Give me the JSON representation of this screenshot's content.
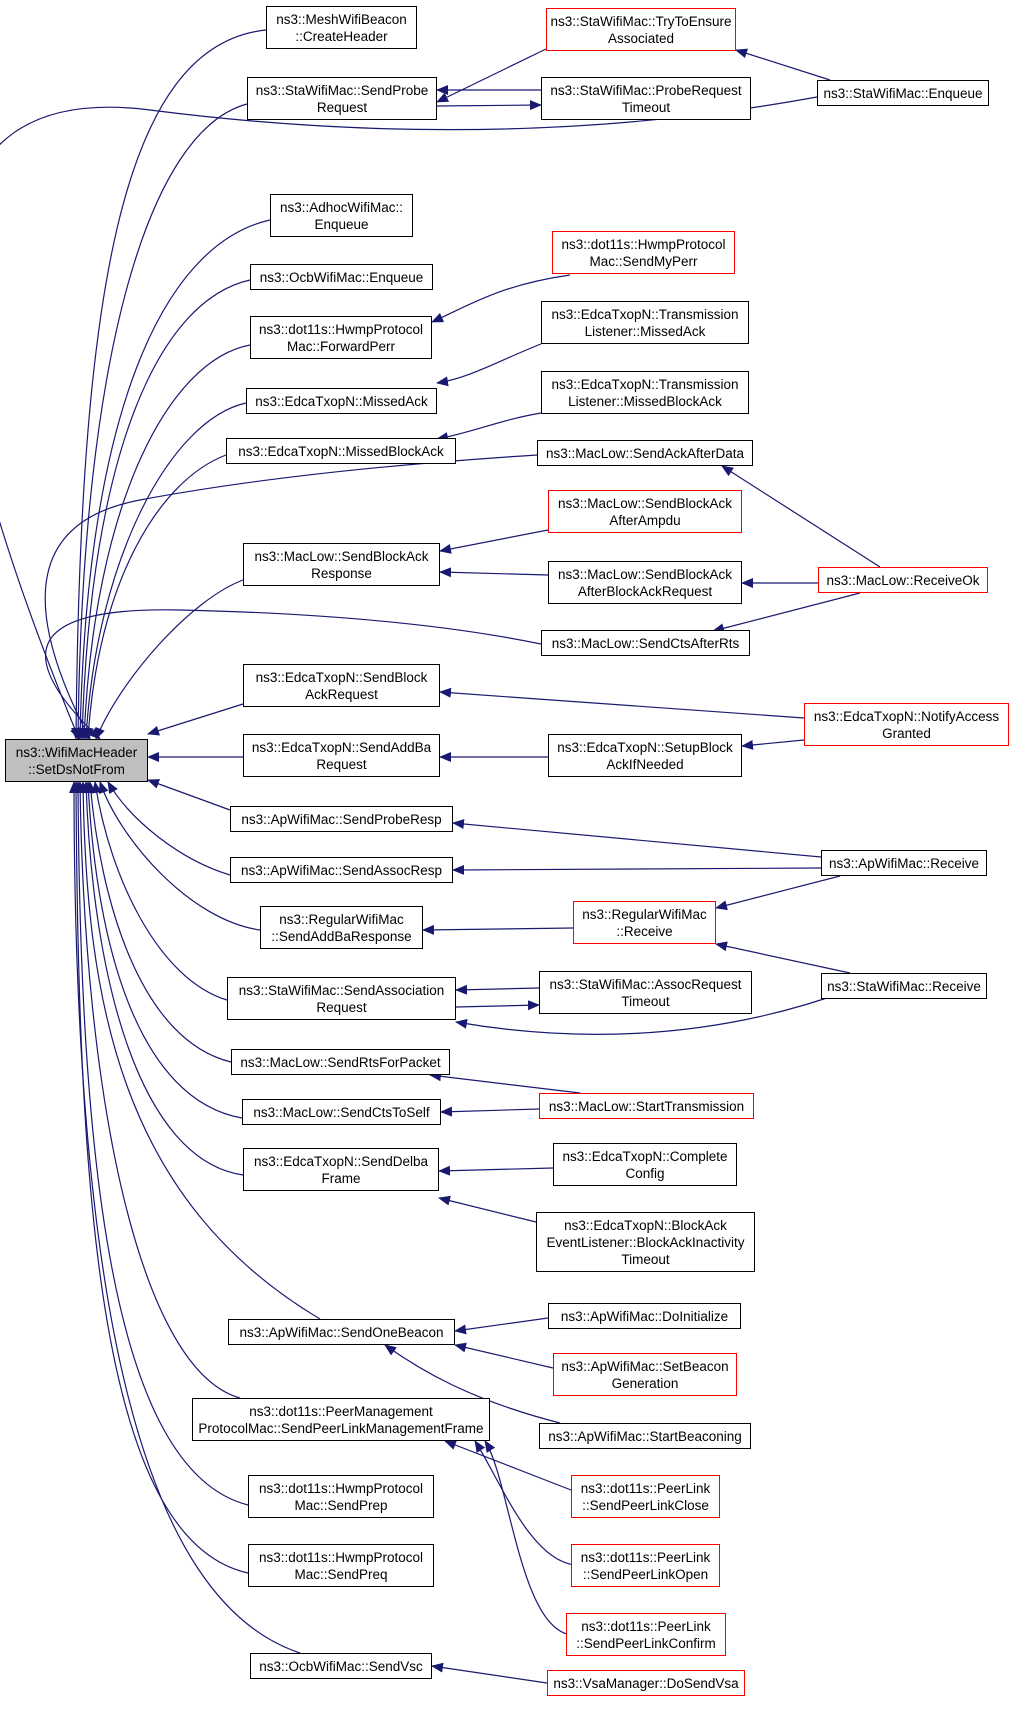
{
  "colors": {
    "edge": "#191970",
    "border": "#000000",
    "border_red": "#ff0000",
    "root_fill": "#bfbfbf",
    "background": "#ffffff"
  },
  "nodes": [
    {
      "id": "root",
      "label": "ns3::WifiMacHeader\n::SetDsNotFrom",
      "style": "root"
    },
    {
      "id": "c_meshbeacon",
      "label": "ns3::MeshWifiBeacon\n::CreateHeader",
      "style": "normal"
    },
    {
      "id": "c_sta_probe",
      "label": "ns3::StaWifiMac::SendProbe\nRequest",
      "style": "normal"
    },
    {
      "id": "c_adhoc",
      "label": "ns3::AdhocWifiMac::\nEnqueue",
      "style": "normal"
    },
    {
      "id": "c_ocb_enq",
      "label": "ns3::OcbWifiMac::Enqueue",
      "style": "normal"
    },
    {
      "id": "c_fwdperr",
      "label": "ns3::dot11s::HwmpProtocol\nMac::ForwardPerr",
      "style": "normal"
    },
    {
      "id": "c_missedack",
      "label": "ns3::EdcaTxopN::MissedAck",
      "style": "normal"
    },
    {
      "id": "c_missedblockack",
      "label": "ns3::EdcaTxopN::MissedBlockAck",
      "style": "normal"
    },
    {
      "id": "c_sba_resp",
      "label": "ns3::MacLow::SendBlockAck\nResponse",
      "style": "normal"
    },
    {
      "id": "c_sbareq",
      "label": "ns3::EdcaTxopN::SendBlock\nAckRequest",
      "style": "normal"
    },
    {
      "id": "c_addba_req",
      "label": "ns3::EdcaTxopN::SendAddBa\nRequest",
      "style": "normal"
    },
    {
      "id": "c_ap_proberesp",
      "label": "ns3::ApWifiMac::SendProbeResp",
      "style": "normal"
    },
    {
      "id": "c_ap_assocresp",
      "label": "ns3::ApWifiMac::SendAssocResp",
      "style": "normal"
    },
    {
      "id": "c_reg_addbaresp",
      "label": "ns3::RegularWifiMac\n::SendAddBaResponse",
      "style": "normal"
    },
    {
      "id": "c_sta_assoc",
      "label": "ns3::StaWifiMac::SendAssociation\nRequest",
      "style": "normal"
    },
    {
      "id": "c_rts",
      "label": "ns3::MacLow::SendRtsForPacket",
      "style": "normal"
    },
    {
      "id": "c_ctsself",
      "label": "ns3::MacLow::SendCtsToSelf",
      "style": "normal"
    },
    {
      "id": "c_delba",
      "label": "ns3::EdcaTxopN::SendDelba\nFrame",
      "style": "normal"
    },
    {
      "id": "c_onebeacon",
      "label": "ns3::ApWifiMac::SendOneBeacon",
      "style": "normal"
    },
    {
      "id": "c_peerframe",
      "label": "ns3::dot11s::PeerManagement\nProtocolMac::SendPeerLinkManagementFrame",
      "style": "normal"
    },
    {
      "id": "c_sendprep",
      "label": "ns3::dot11s::HwmpProtocol\nMac::SendPrep",
      "style": "normal"
    },
    {
      "id": "c_sendpreq",
      "label": "ns3::dot11s::HwmpProtocol\nMac::SendPreq",
      "style": "normal"
    },
    {
      "id": "c_sendvsc",
      "label": "ns3::OcbWifiMac::SendVsc",
      "style": "normal"
    },
    {
      "id": "m_sta_assoc_ens",
      "label": "ns3::StaWifiMac::TryToEnsure\nAssociated",
      "style": "red"
    },
    {
      "id": "m_sta_probe_to",
      "label": "ns3::StaWifiMac::ProbeRequest\nTimeout",
      "style": "normal"
    },
    {
      "id": "m_sendmyperr",
      "label": "ns3::dot11s::HwmpProtocol\nMac::SendMyPerr",
      "style": "red"
    },
    {
      "id": "m_tl_missedack",
      "label": "ns3::EdcaTxopN::Transmission\nListener::MissedAck",
      "style": "normal"
    },
    {
      "id": "m_tl_missedblockack",
      "label": "ns3::EdcaTxopN::Transmission\nListener::MissedBlockAck",
      "style": "normal"
    },
    {
      "id": "m_ackafterdata",
      "label": "ns3::MacLow::SendAckAfterData",
      "style": "normal"
    },
    {
      "id": "m_ba_ampdu",
      "label": "ns3::MacLow::SendBlockAck\nAfterAmpdu",
      "style": "red"
    },
    {
      "id": "m_ba_req",
      "label": "ns3::MacLow::SendBlockAck\nAfterBlockAckRequest",
      "style": "normal"
    },
    {
      "id": "m_ctsafterrts",
      "label": "ns3::MacLow::SendCtsAfterRts",
      "style": "normal"
    },
    {
      "id": "m_setupblockack",
      "label": "ns3::EdcaTxopN::SetupBlock\nAckIfNeeded",
      "style": "normal"
    },
    {
      "id": "m_reg_receive",
      "label": "ns3::RegularWifiMac\n::Receive",
      "style": "red"
    },
    {
      "id": "m_assocreq_to",
      "label": "ns3::StaWifiMac::AssocRequest\nTimeout",
      "style": "normal"
    },
    {
      "id": "m_starttx",
      "label": "ns3::MacLow::StartTransmission",
      "style": "red"
    },
    {
      "id": "m_completeconfig",
      "label": "ns3::EdcaTxopN::Complete\nConfig",
      "style": "normal"
    },
    {
      "id": "m_blockackinact",
      "label": "ns3::EdcaTxopN::BlockAck\nEventListener::BlockAckInactivity\nTimeout",
      "style": "normal"
    },
    {
      "id": "m_doinit",
      "label": "ns3::ApWifiMac::DoInitialize",
      "style": "normal"
    },
    {
      "id": "m_setbeacon",
      "label": "ns3::ApWifiMac::SetBeacon\nGeneration",
      "style": "red"
    },
    {
      "id": "m_startbeacon",
      "label": "ns3::ApWifiMac::StartBeaconing",
      "style": "normal"
    },
    {
      "id": "m_plclose",
      "label": "ns3::dot11s::PeerLink\n::SendPeerLinkClose",
      "style": "red"
    },
    {
      "id": "m_plopen",
      "label": "ns3::dot11s::PeerLink\n::SendPeerLinkOpen",
      "style": "red"
    },
    {
      "id": "m_plconfirm",
      "label": "ns3::dot11s::PeerLink\n::SendPeerLinkConfirm",
      "style": "red"
    },
    {
      "id": "m_dosendvsa",
      "label": "ns3::VsaManager::DoSendVsa",
      "style": "red"
    },
    {
      "id": "r_sta_enqueue",
      "label": "ns3::StaWifiMac::Enqueue",
      "style": "normal"
    },
    {
      "id": "r_receiveok",
      "label": "ns3::MacLow::ReceiveOk",
      "style": "red"
    },
    {
      "id": "r_notifyaccess",
      "label": "ns3::EdcaTxopN::NotifyAccess\nGranted",
      "style": "red"
    },
    {
      "id": "r_ap_receive",
      "label": "ns3::ApWifiMac::Receive",
      "style": "normal"
    },
    {
      "id": "r_sta_receive",
      "label": "ns3::StaWifiMac::Receive",
      "style": "normal"
    }
  ]
}
